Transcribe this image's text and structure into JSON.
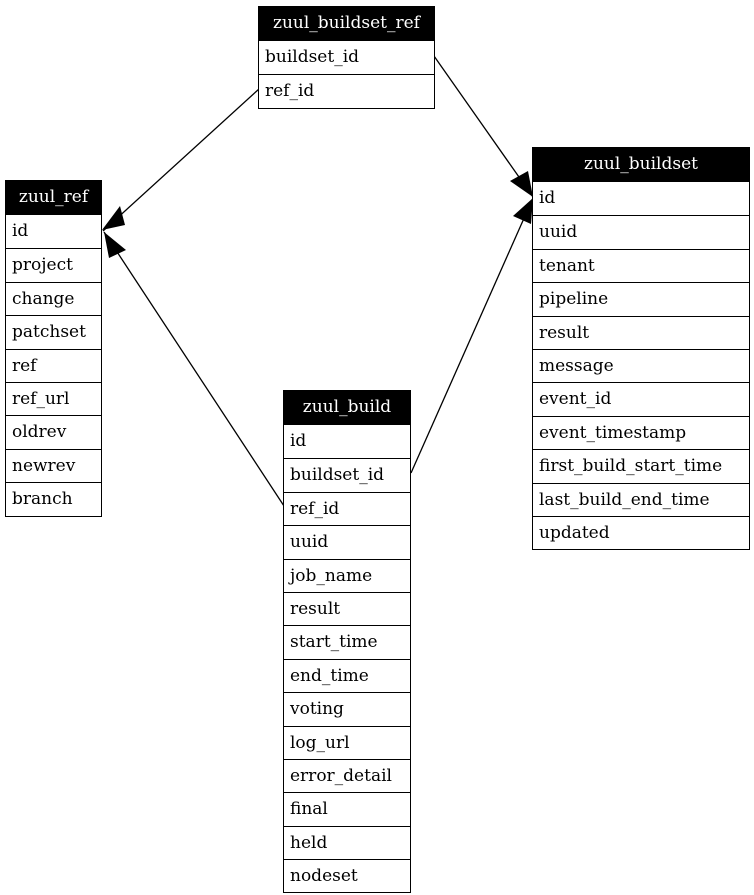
{
  "tables": {
    "buildset_ref": {
      "title": "zuul_buildset_ref",
      "columns": [
        "buildset_id",
        "ref_id"
      ]
    },
    "ref": {
      "title": "zuul_ref",
      "columns": [
        "id",
        "project",
        "change",
        "patchset",
        "ref",
        "ref_url",
        "oldrev",
        "newrev",
        "branch"
      ]
    },
    "buildset": {
      "title": "zuul_buildset",
      "columns": [
        "id",
        "uuid",
        "tenant",
        "pipeline",
        "result",
        "message",
        "event_id",
        "event_timestamp",
        "first_build_start_time",
        "last_build_end_time",
        "updated"
      ]
    },
    "build": {
      "title": "zuul_build",
      "columns": [
        "id",
        "buildset_id",
        "ref_id",
        "uuid",
        "job_name",
        "result",
        "start_time",
        "end_time",
        "voting",
        "log_url",
        "error_detail",
        "final",
        "held",
        "nodeset"
      ]
    }
  },
  "colors": {
    "header_bg": "#000000",
    "header_text": "#ffffff",
    "line": "#000000"
  }
}
